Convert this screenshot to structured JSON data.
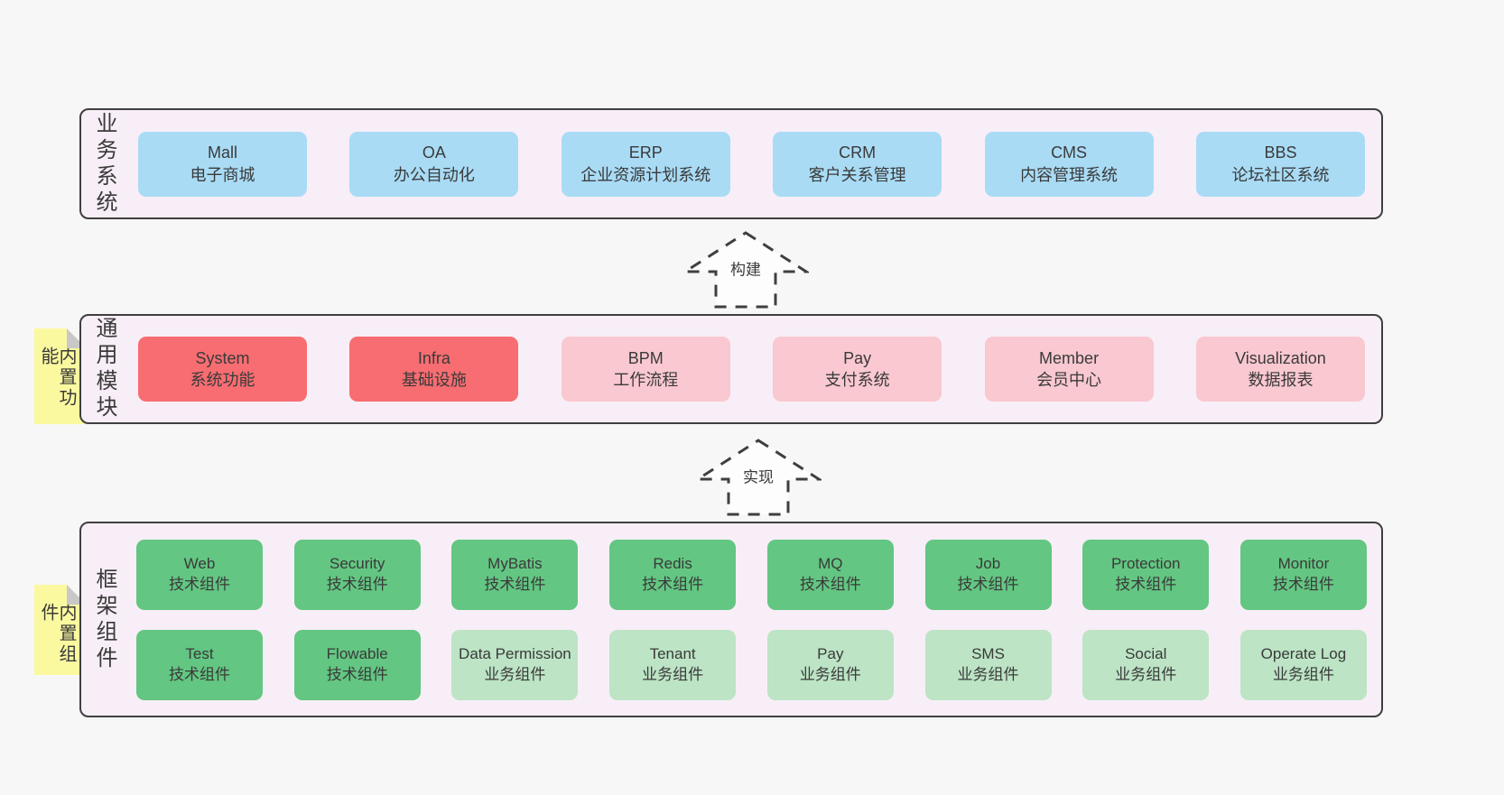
{
  "colors": {
    "page-bg": "#f7f7f7",
    "band-bg": "#f8eef7",
    "band-border": "#3f3f3f",
    "box-blue": "#a9dbf5",
    "box-red": "#f76d71",
    "box-pink": "#f9c8d0",
    "box-green": "#63c682",
    "box-green-light": "#bce4c5",
    "note-yellow": "#fbf9a0",
    "note-fold": "#c8c8c8",
    "text": "#3a3a3a"
  },
  "bands": {
    "business": {
      "label": "业务系统",
      "boxes": [
        {
          "name": "Mall",
          "desc": "电子商城"
        },
        {
          "name": "OA",
          "desc": "办公自动化"
        },
        {
          "name": "ERP",
          "desc": "企业资源计划系统"
        },
        {
          "name": "CRM",
          "desc": "客户关系管理"
        },
        {
          "name": "CMS",
          "desc": "内容管理系统"
        },
        {
          "name": "BBS",
          "desc": "论坛社区系统"
        }
      ]
    },
    "modules": {
      "label": "通用模块",
      "note": "内置功能",
      "boxes": [
        {
          "name": "System",
          "desc": "系统功能"
        },
        {
          "name": "Infra",
          "desc": "基础设施"
        },
        {
          "name": "BPM",
          "desc": "工作流程"
        },
        {
          "name": "Pay",
          "desc": "支付系统"
        },
        {
          "name": "Member",
          "desc": "会员中心"
        },
        {
          "name": "Visualization",
          "desc": "数据报表"
        }
      ]
    },
    "framework": {
      "label": "框架组件",
      "note": "内置组件",
      "row1": [
        {
          "name": "Web",
          "desc": "技术组件"
        },
        {
          "name": "Security",
          "desc": "技术组件"
        },
        {
          "name": "MyBatis",
          "desc": "技术组件"
        },
        {
          "name": "Redis",
          "desc": "技术组件"
        },
        {
          "name": "MQ",
          "desc": "技术组件"
        },
        {
          "name": "Job",
          "desc": "技术组件"
        },
        {
          "name": "Protection",
          "desc": "技术组件"
        },
        {
          "name": "Monitor",
          "desc": "技术组件"
        }
      ],
      "row2": [
        {
          "name": "Test",
          "desc": "技术组件"
        },
        {
          "name": "Flowable",
          "desc": "技术组件"
        },
        {
          "name": "Data Permission",
          "desc": "业务组件"
        },
        {
          "name": "Tenant",
          "desc": "业务组件"
        },
        {
          "name": "Pay",
          "desc": "业务组件"
        },
        {
          "name": "SMS",
          "desc": "业务组件"
        },
        {
          "name": "Social",
          "desc": "业务组件"
        },
        {
          "name": "Operate Log",
          "desc": "业务组件"
        }
      ]
    }
  },
  "arrows": {
    "build": "构建",
    "implement": "实现"
  }
}
